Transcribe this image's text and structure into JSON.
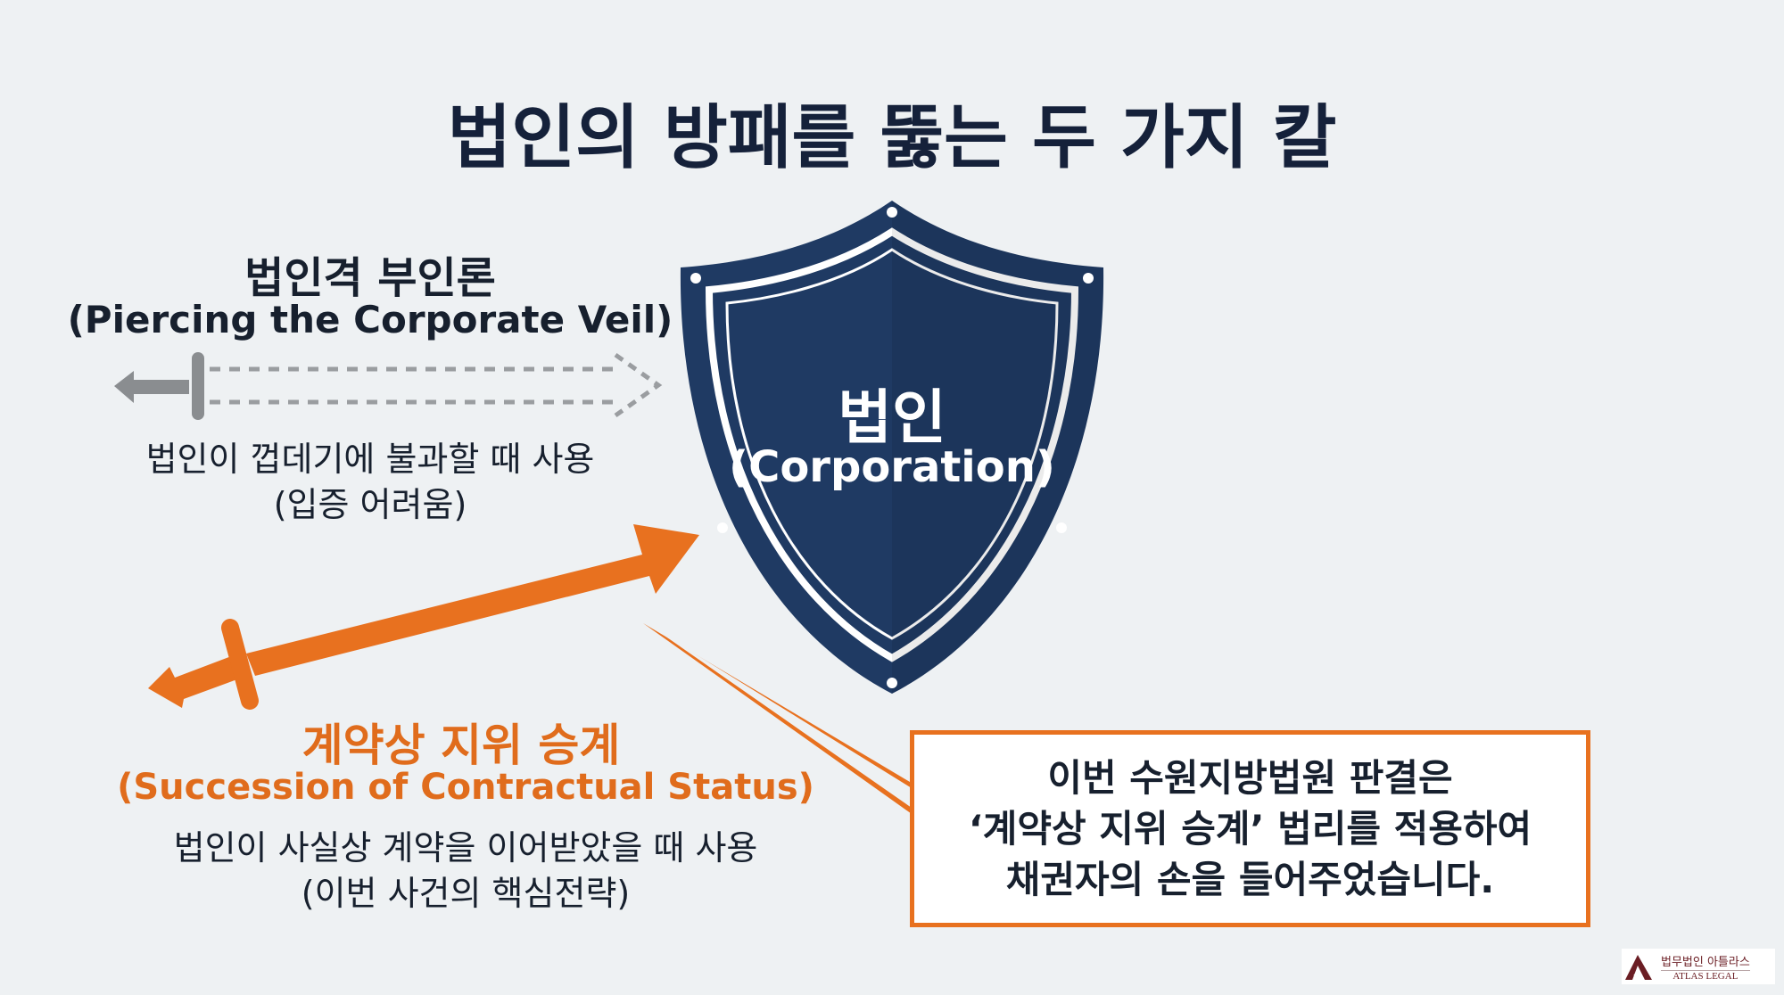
{
  "title": "법인의 방패를 뚫는 두 가지 칼",
  "left_method": {
    "title_ko": "법인격 부인론",
    "title_en": "(Piercing the Corporate Veil)",
    "desc": [
      "법인이 껍데기에 불과할 때 사용",
      "(입증 어려움)"
    ]
  },
  "shield": {
    "label_ko": "법인",
    "label_en": "(Corporation)"
  },
  "orange_method": {
    "title_ko": "계약상 지위 승계",
    "title_en": "(Succession of Contractual Status)",
    "desc": [
      "법인이 사실상 계약을 이어받았을 때 사용",
      "(이번 사건의 핵심전략)"
    ]
  },
  "callout": {
    "lines": [
      "이번 수원지방법원 판결은",
      "‘계약상 지위 승계’ 법리를 적용하여",
      "채권자의 손을 들어주었습니다."
    ]
  },
  "logo": {
    "ko": "법무법인 아틀라스",
    "en": "ATLAS LEGAL"
  },
  "colors": {
    "navy": "#1f3a63",
    "orange": "#e8711f",
    "gray": "#8a8d90",
    "background": "#eef1f3"
  }
}
